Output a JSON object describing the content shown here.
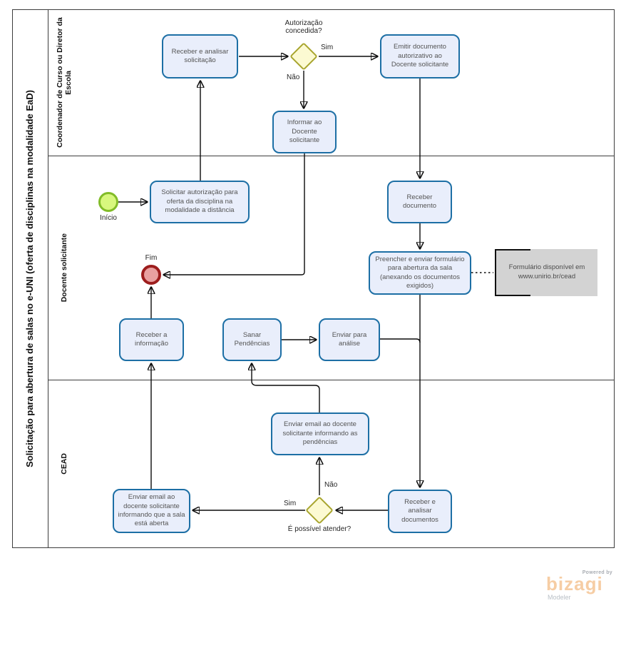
{
  "pool": {
    "title": "Solicitação para abertura de salas no e-UNI (oferta de disciplinas na modalidade EaD)",
    "lanes": [
      "Coordenador de Curso ou Diretor da Escola",
      "Docente  solicitante",
      "CEAD"
    ]
  },
  "events": {
    "start": "Início",
    "end": "Fim"
  },
  "tasks": {
    "receber_analisar_solicitacao": "Receber  e analisar solicitação",
    "emitir_documento": "Emitir documento autorizativo ao Docente solicitante",
    "informar_docente": "Informar ao Docente solicitante",
    "solicitar_autorizacao": "Solicitar autorização para oferta da disciplina na modalidade a distância",
    "receber_documento": "Receber documento",
    "preencher_enviar_formulario": "Preencher e enviar formulário para abertura da sala (anexando os documentos exigidos)",
    "receber_informacao": "Receber a informação",
    "sanar_pendencias": "Sanar Pendências",
    "enviar_para_analise": "Enviar para análise",
    "enviar_email_pendencias": "Enviar email ao docente solicitante informando as pendências",
    "receber_analisar_documentos": "Receber e analisar documentos",
    "enviar_email_sala_aberta": "Enviar email ao docente solicitante informando que a sala está aberta"
  },
  "gateways": {
    "autorizacao": {
      "label": "Autorização concedida?",
      "yes": "Sim",
      "no": "Não"
    },
    "possivel_atender": {
      "label": "É possível atender?",
      "yes": "Sim",
      "no": "Não"
    }
  },
  "annotation": "Formulário disponível em www.unirio.br/cead",
  "branding": {
    "powered_by": "Powered by",
    "logo": "bizagi",
    "product": "Modeler"
  },
  "colors": {
    "task_border": "#1d6fa5",
    "task_fill": "#e9eefb",
    "gateway_border": "#a8a52e",
    "gateway_fill": "#fcfad2",
    "start_border": "#82bc28",
    "start_fill": "#d8f77e",
    "end_border": "#9d1d1d",
    "end_fill": "#e9a0a0",
    "annotation_fill": "#d3d3d3",
    "logo_orange": "#f6cda4"
  }
}
